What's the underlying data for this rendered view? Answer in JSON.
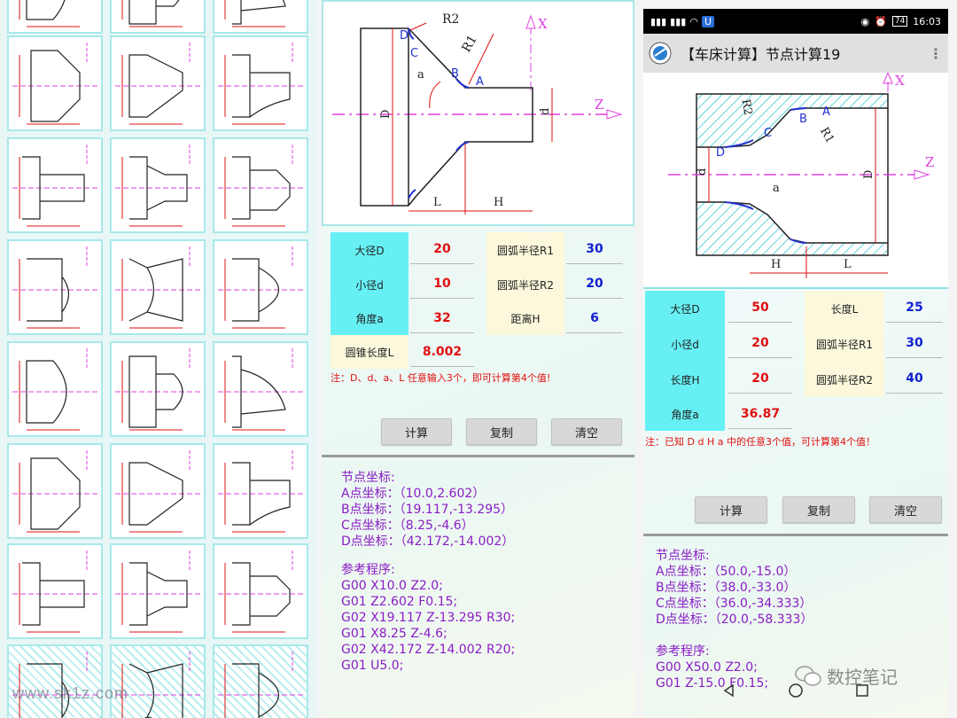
{
  "left_panel": {
    "watermark": "www.sk1z.com"
  },
  "middle": {
    "drawing_labels": {
      "x_axis": "X",
      "z_axis": "Z",
      "r1": "R1",
      "r2": "R2",
      "a": "A",
      "b": "B",
      "c": "C",
      "d_pt": "D",
      "angle": "a",
      "big_d": "D",
      "small_d": "d",
      "l": "L",
      "h": "H"
    },
    "params": {
      "big_d_label": "大径D",
      "big_d_value": "20",
      "small_d_label": "小径d",
      "small_d_value": "10",
      "angle_label": "角度a",
      "angle_value": "32",
      "cone_len_label": "圆锥长度L",
      "cone_len_value": "8.002",
      "r1_label": "圆弧半径R1",
      "r1_value": "30",
      "r2_label": "圆弧半径R2",
      "r2_value": "20",
      "h_label": "距离H",
      "h_value": "6"
    },
    "note": "注：D、d、a、L 任意输入3个，即可计算第4个值!",
    "buttons": {
      "calc": "计算",
      "copy": "复制",
      "clear": "清空"
    },
    "result": {
      "title": "节点坐标:",
      "a": "A点坐标：（10.0,2.602）",
      "b": "B点坐标：（19.117,-13.295）",
      "c": "C点坐标：（8.25,-4.6）",
      "d": "D点坐标：（42.172,-14.002）",
      "program_title": "参考程序:",
      "lines": [
        "G00 X10.0 Z2.0;",
        "G01 Z2.602 F0.15;",
        "G02 X19.117 Z-13.295 R30;",
        "G01 X8.25 Z-4.6;",
        "G02 X42.172 Z-14.002 R20;",
        "G01 U5.0;"
      ]
    }
  },
  "right": {
    "status": {
      "time": "16:03",
      "battery": "74"
    },
    "app_title": "【车床计算】节点计算19",
    "drawing_labels": {
      "x_axis": "X",
      "z_axis": "Z",
      "r1": "R1",
      "r2": "R2",
      "a": "A",
      "b": "B",
      "c": "C",
      "d_pt": "D",
      "angle": "a",
      "big_d": "D",
      "small_d": "d",
      "l": "L",
      "h": "H"
    },
    "params": {
      "big_d_label": "大径D",
      "big_d_value": "50",
      "small_d_label": "小径d",
      "small_d_value": "20",
      "len_h_label": "长度H",
      "len_h_value": "20",
      "angle_label": "角度a",
      "angle_value": "36.87",
      "len_l_label": "长度L",
      "len_l_value": "25",
      "r1_label": "圆弧半径R1",
      "r1_value": "30",
      "r2_label": "圆弧半径R2",
      "r2_value": "40"
    },
    "note": "注：已知 D d H a 中的任意3个值，可计算第4个值！",
    "buttons": {
      "calc": "计算",
      "copy": "复制",
      "clear": "清空"
    },
    "result": {
      "title": "节点坐标:",
      "a": "A点坐标：（50.0,-15.0）",
      "b": "B点坐标：（38.0,-33.0）",
      "c": "C点坐标：（36.0,-34.333）",
      "d": "D点坐标：（20.0,-58.333）",
      "program_title": "参考程序:",
      "lines": [
        "G00 X50.0 Z2.0;",
        "G01 Z-15.0 F0.15;"
      ]
    },
    "watermark": "数控笔记"
  },
  "colors": {
    "cyan_cell": "#66f0f4",
    "cream_cell": "#fcf8dc",
    "value_red": "#e01010",
    "value_blue": "#1020d0",
    "result_purple": "#8a1cc6",
    "axis_magenta": "#e040e0"
  }
}
